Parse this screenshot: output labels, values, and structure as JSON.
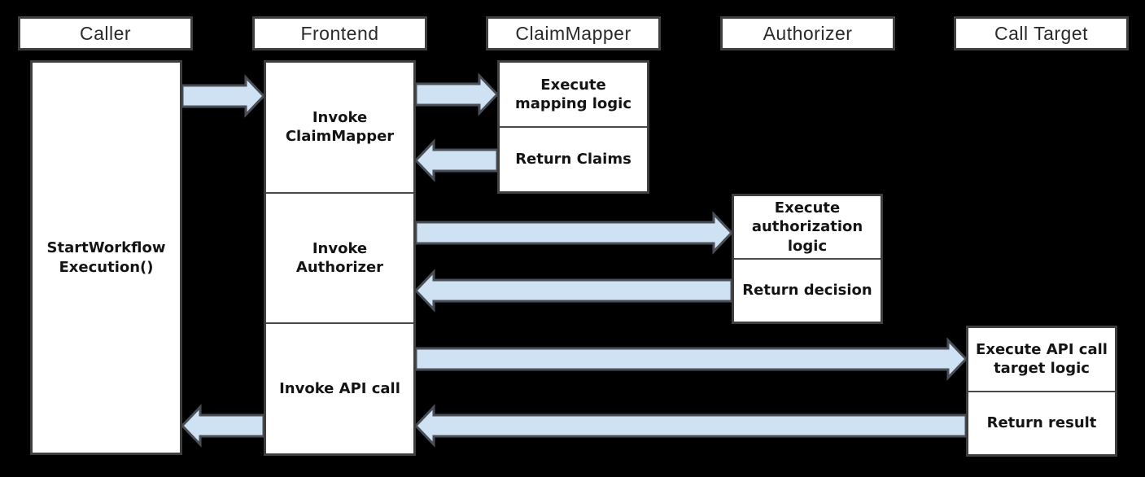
{
  "colors": {
    "background": "#000000",
    "box_fill": "#ffffff",
    "box_border": "#3f3f3f",
    "arrow_fill": "#cfe2f3",
    "arrow_stroke": "#4a4f57",
    "text": "#141414"
  },
  "columns": [
    {
      "label": "Caller",
      "boxes": [
        {
          "text": "StartWorkflow\nExecution()"
        }
      ]
    },
    {
      "label": "Frontend",
      "boxes": [
        {
          "text": "Invoke\nClaimMapper"
        },
        {
          "text": "Invoke\nAuthorizer"
        },
        {
          "text": "Invoke API call"
        }
      ]
    },
    {
      "label": "ClaimMapper",
      "boxes": [
        {
          "text": "Execute\nmapping logic"
        },
        {
          "text": "Return Claims"
        }
      ]
    },
    {
      "label": "Authorizer",
      "boxes": [
        {
          "text": "Execute\nauthorization\nlogic"
        },
        {
          "text": "Return decision"
        }
      ]
    },
    {
      "label": "Call Target",
      "boxes": [
        {
          "text": "Execute API call\ntarget logic"
        },
        {
          "text": "Return result"
        }
      ]
    }
  ],
  "arrows": [
    {
      "name": "arrow-caller-to-frontend",
      "from": "Caller",
      "to": "Frontend"
    },
    {
      "name": "arrow-frontend-to-claimmapper",
      "from": "Frontend",
      "to": "ClaimMapper"
    },
    {
      "name": "arrow-claimmapper-return-to-frontend",
      "from": "ClaimMapper",
      "to": "Frontend"
    },
    {
      "name": "arrow-frontend-to-authorizer",
      "from": "Frontend",
      "to": "Authorizer"
    },
    {
      "name": "arrow-authorizer-return-to-frontend",
      "from": "Authorizer",
      "to": "Frontend"
    },
    {
      "name": "arrow-frontend-to-calltarget",
      "from": "Frontend",
      "to": "Call Target"
    },
    {
      "name": "arrow-calltarget-return-to-frontend",
      "from": "Call Target",
      "to": "Frontend"
    },
    {
      "name": "arrow-frontend-return-to-caller",
      "from": "Frontend",
      "to": "Caller"
    }
  ]
}
